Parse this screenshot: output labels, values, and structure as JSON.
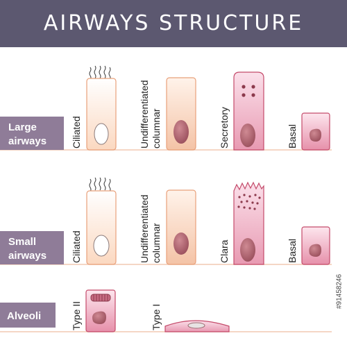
{
  "title": "AIRWAYS STRUCTURE",
  "stock_id": "#91458246",
  "colors": {
    "banner": "#5c5870",
    "label_bg": "#8f7c98",
    "cell_orange_outline": "#e8a07a",
    "cell_pink_outline": "#c44a6a",
    "cell_pink_fill": "#f2b3c3",
    "nucleus": "#b06570"
  },
  "rows": [
    {
      "label_line1": "Large",
      "label_line2": "airways",
      "cells": [
        "Ciliated",
        "Undifferentiated",
        "columnar",
        "Secretory",
        "Basal"
      ]
    },
    {
      "label_line1": "Small",
      "label_line2": "airways",
      "cells": [
        "Ciliated",
        "Undifferentiated",
        "columnar",
        "Clara",
        "Basal"
      ]
    },
    {
      "label_line1": "Alveoli",
      "cells": [
        "Type II",
        "Type I"
      ]
    }
  ]
}
